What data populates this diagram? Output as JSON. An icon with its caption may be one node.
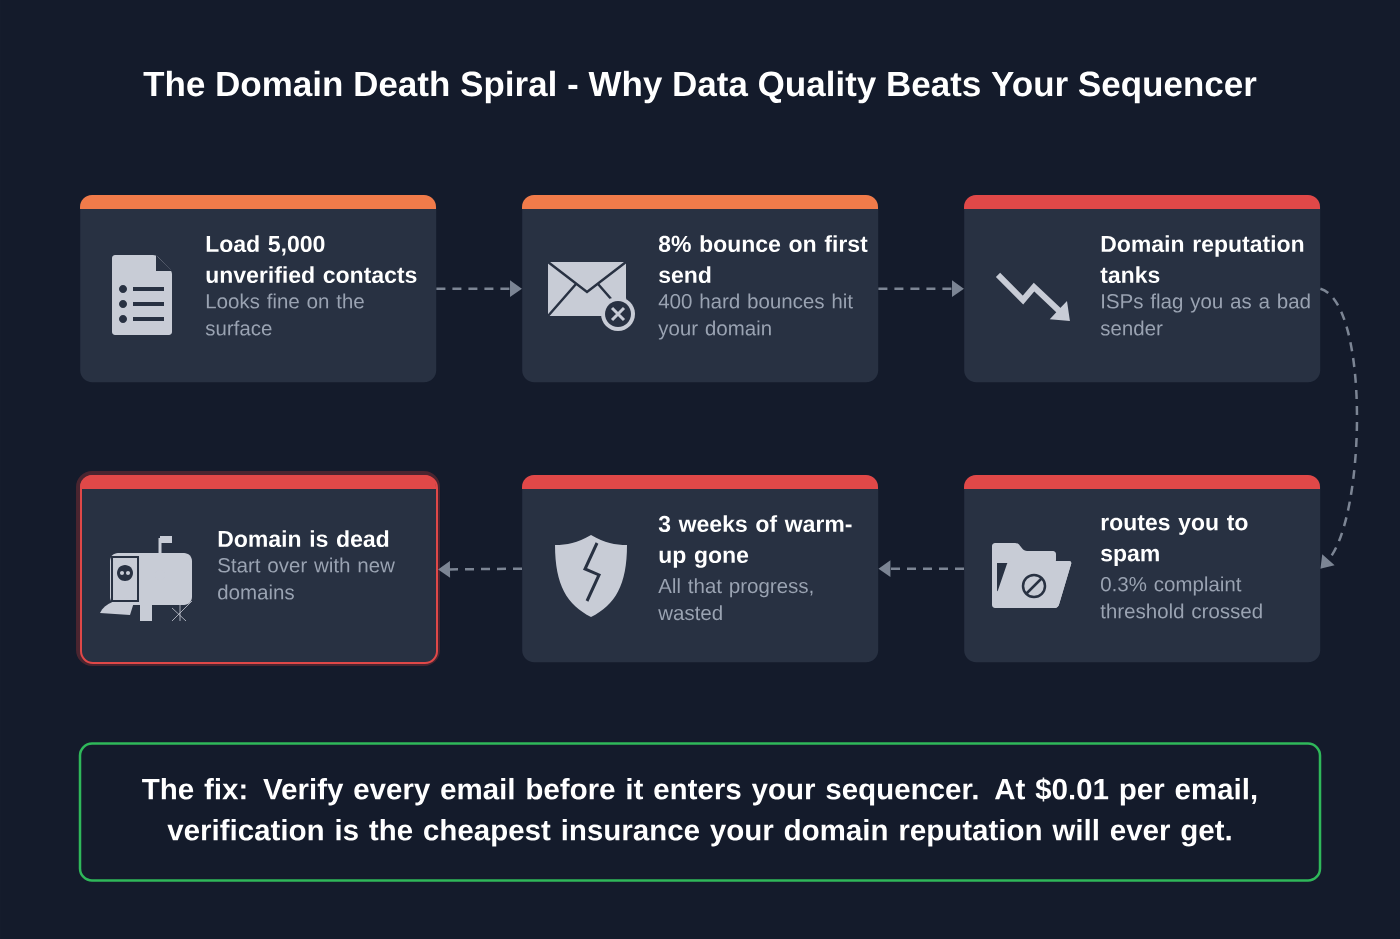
{
  "diagram": {
    "title": "The Domain Death Spiral - Why Data Quality Beats Your Sequencer",
    "nodes": [
      {
        "text": [
          "Load 5,000 unverified contacts",
          "Looks fine on the surface"
        ]
      },
      {
        "text": [
          "8% bounce on first send",
          "400 hard bounces hit your domain"
        ]
      },
      {
        "text": [
          "Domain reputation tanks",
          "ISPs flag you as a bad sender"
        ]
      },
      {
        "text": [
          "Domain is dead",
          "Start over with new domains"
        ]
      },
      {
        "text": [
          "3 weeks of warm-up gone",
          "All that progress, wasted"
        ]
      },
      {
        "text": [
          "routes you to spam",
          "0.3% complaint threshold crossed"
        ]
      },
      {
        "text": [
          "The fix: Verify every email before it enters your sequencer. At $0.01 per email, verification is the cheapest insurance your domain reputation will ever get."
        ]
      }
    ],
    "edges": [
      {
        "from": 0,
        "to": 1,
        "arrow": "to",
        "style": "dashed"
      },
      {
        "from": 1,
        "to": 2,
        "arrow": "to",
        "style": "dashed"
      },
      {
        "from": 2,
        "to": 5,
        "arrow": "to",
        "style": "dashed"
      },
      {
        "from": 5,
        "to": 4,
        "arrow": "to",
        "style": "dashed"
      },
      {
        "from": 4,
        "to": 3,
        "arrow": "to",
        "style": "dashed"
      }
    ]
  }
}
